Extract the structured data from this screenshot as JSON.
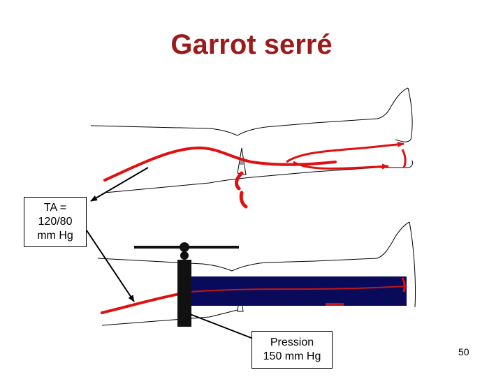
{
  "title": "Garrot serré",
  "labels": {
    "pressure_arterial": "TA =\n120/80\nmm Hg",
    "pressure_cuff": "Pression\n150 mm Hg"
  },
  "page_number": "50",
  "colors": {
    "title": "#9b1b1b",
    "artery": "#e01010",
    "cuff": "#0a0a5a",
    "tourniquet": "#111111"
  }
}
